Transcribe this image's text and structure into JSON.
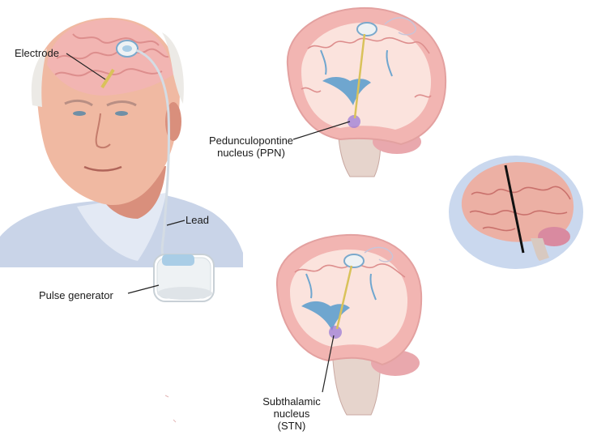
{
  "labels": {
    "electrode": "Electrode",
    "lead": "Lead",
    "pulse_generator": "Pulse generator",
    "ppn_line1": "Pedunculopontine",
    "ppn_line2": "nucleus (PPN)",
    "stn_line1": "Subthalamic",
    "stn_line2": "nucleus",
    "stn_line3": "(STN)"
  },
  "colors": {
    "skin": "#f0b9a2",
    "skin_shadow": "#d98f7c",
    "hair": "#eceae6",
    "shirt": "#c9d4e8",
    "brain": "#f2b5b2",
    "brain_dark": "#dd8e8d",
    "white_matter": "#fbe3dd",
    "ventricle": "#6fa6cf",
    "electrode_wire": "#d9c25a",
    "stimulator": "#eef2f4",
    "stimulator_cap": "#a9cde6",
    "target": "#9c7cd6",
    "inset_bg": "#cad8ee",
    "cut_line": "#111111"
  },
  "icons": [
    "head-illustration",
    "pulse-generator-device",
    "brain-section-ppn",
    "brain-section-stn",
    "brain-lateral-inset"
  ]
}
